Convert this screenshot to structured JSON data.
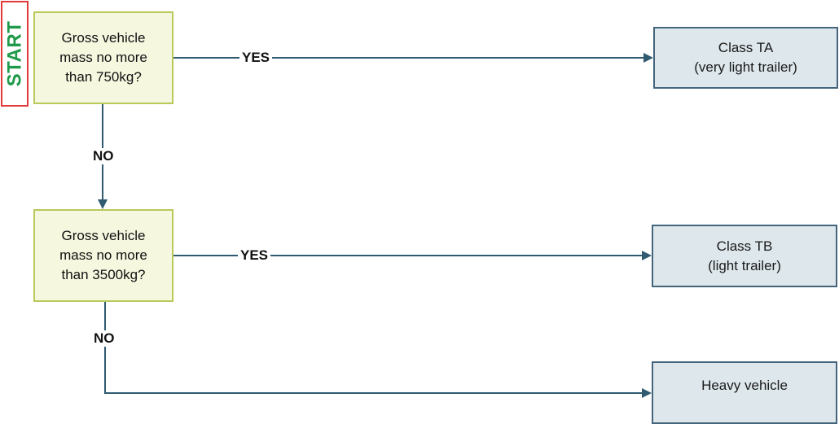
{
  "start": {
    "label": "START"
  },
  "decisions": [
    {
      "text": "Gross vehicle mass no more than 750kg?"
    },
    {
      "text": "Gross vehicle mass no more than 3500kg?"
    }
  ],
  "results": [
    {
      "title": "Class TA",
      "subtitle": "(very light trailer)"
    },
    {
      "title": "Class TB",
      "subtitle": "(light trailer)"
    },
    {
      "title": "Heavy vehicle",
      "subtitle": ""
    }
  ],
  "edge_labels": {
    "yes1": "YES",
    "no1": "NO",
    "yes2": "YES",
    "no2": "NO"
  },
  "colors": {
    "start_text": "#1f9a4a",
    "start_border": "#e2393b",
    "decision_fill": "#f5f7df",
    "decision_border": "#b9c95a",
    "result_fill": "#dde7ec",
    "result_border": "#44657c",
    "connector": "#2f5a6f"
  }
}
